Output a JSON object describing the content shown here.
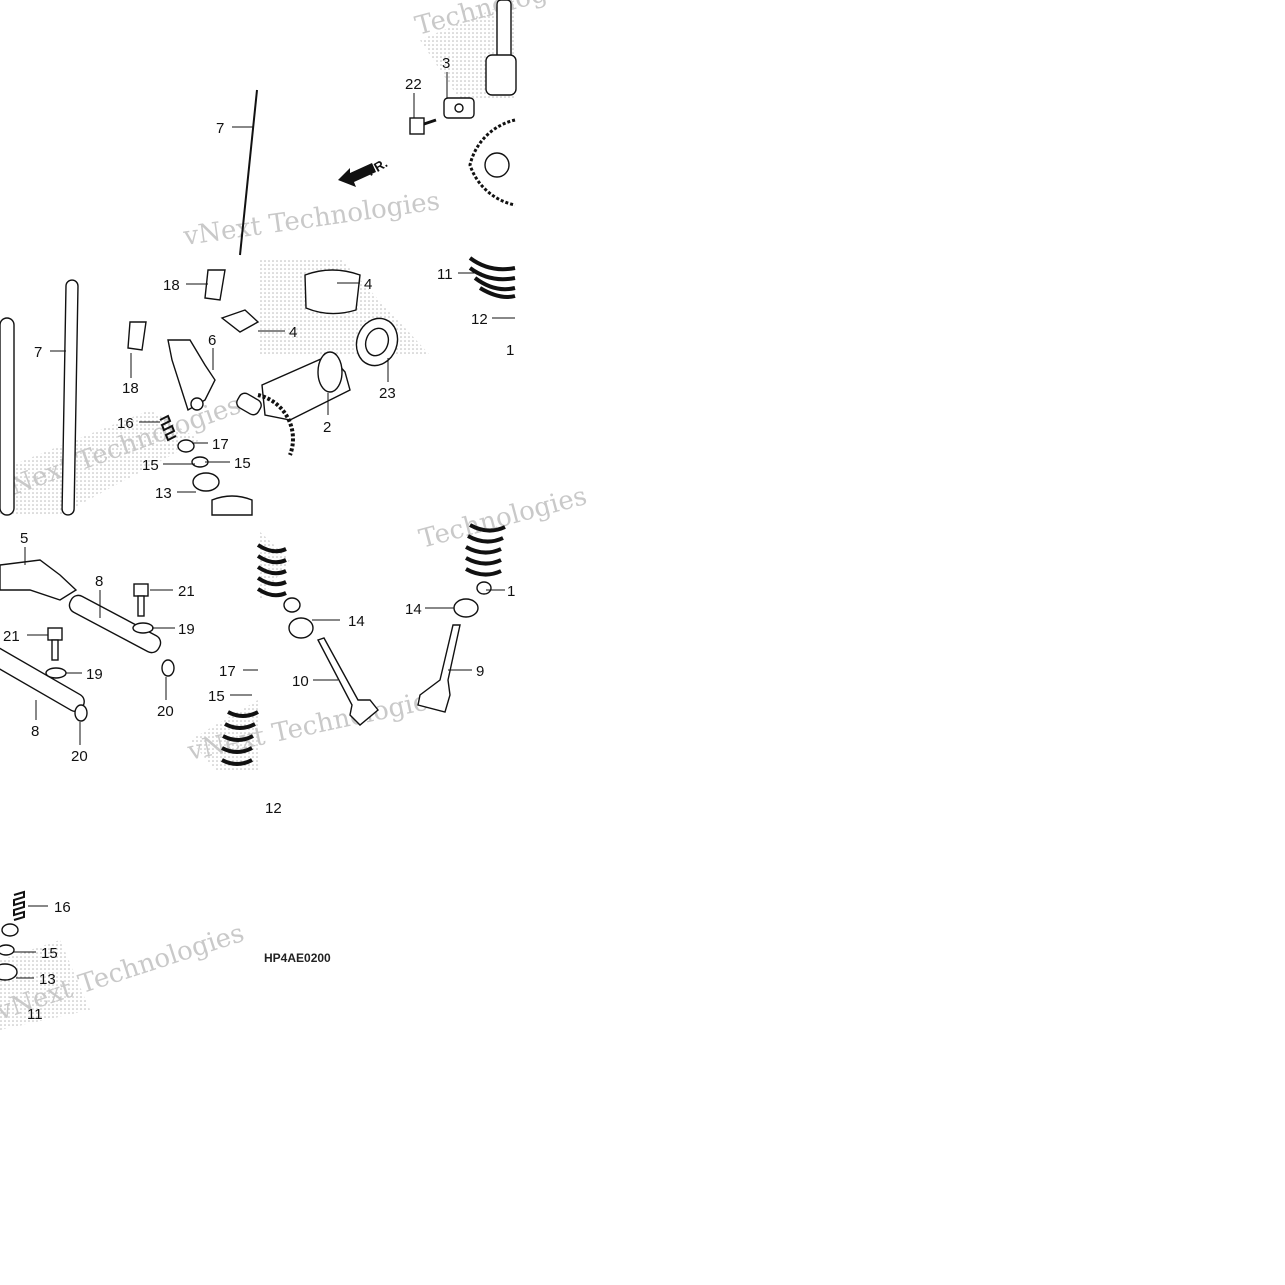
{
  "diagram": {
    "code": "HP4AE0200",
    "direction_label": "FR.",
    "watermarks": [
      "vNext Technologies",
      "vNext Technologies",
      "Technologies",
      "Technologies",
      "vNext Technologies",
      "vNext Technologies"
    ],
    "callouts": [
      {
        "id": "c1",
        "text": "22"
      },
      {
        "id": "c2",
        "text": "3"
      },
      {
        "id": "c3",
        "text": "7"
      },
      {
        "id": "c4",
        "text": "18"
      },
      {
        "id": "c5",
        "text": "4"
      },
      {
        "id": "c6",
        "text": "4"
      },
      {
        "id": "c7",
        "text": "11"
      },
      {
        "id": "c8",
        "text": "12"
      },
      {
        "id": "c9",
        "text": "1"
      },
      {
        "id": "c10",
        "text": "7"
      },
      {
        "id": "c11",
        "text": "6"
      },
      {
        "id": "c12",
        "text": "18"
      },
      {
        "id": "c13",
        "text": "23"
      },
      {
        "id": "c14",
        "text": "16"
      },
      {
        "id": "c15",
        "text": "17"
      },
      {
        "id": "c16",
        "text": "15"
      },
      {
        "id": "c17",
        "text": "15"
      },
      {
        "id": "c18",
        "text": "2"
      },
      {
        "id": "c19",
        "text": "13"
      },
      {
        "id": "c20",
        "text": "5"
      },
      {
        "id": "c21",
        "text": "8"
      },
      {
        "id": "c22",
        "text": "21"
      },
      {
        "id": "c23",
        "text": "19"
      },
      {
        "id": "c24",
        "text": "21"
      },
      {
        "id": "c25",
        "text": "19"
      },
      {
        "id": "c26",
        "text": "20"
      },
      {
        "id": "c27",
        "text": "8"
      },
      {
        "id": "c28",
        "text": "20"
      },
      {
        "id": "c29",
        "text": "14"
      },
      {
        "id": "c30",
        "text": "1"
      },
      {
        "id": "c31",
        "text": "14"
      },
      {
        "id": "c32",
        "text": "10"
      },
      {
        "id": "c33",
        "text": "9"
      },
      {
        "id": "c34",
        "text": "17"
      },
      {
        "id": "c35",
        "text": "15"
      },
      {
        "id": "c36",
        "text": "12"
      },
      {
        "id": "c37",
        "text": "16"
      },
      {
        "id": "c38",
        "text": "15"
      },
      {
        "id": "c39",
        "text": "13"
      },
      {
        "id": "c40",
        "text": "11"
      }
    ]
  }
}
